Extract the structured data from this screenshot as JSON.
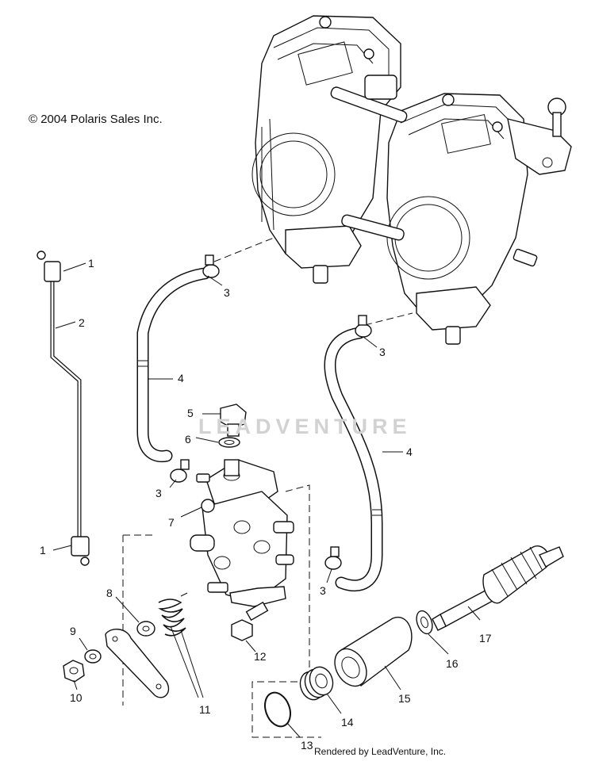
{
  "copyright": "© 2004 Polaris Sales Inc.",
  "rendered_by": "Rendered by LeadVenture, Inc.",
  "watermark": "LEADVENTURE",
  "callouts": {
    "c1a": "1",
    "c1b": "1",
    "c2": "2",
    "c3a": "3",
    "c3b": "3",
    "c3c": "3",
    "c3d": "3",
    "c4a": "4",
    "c4b": "4",
    "c5": "5",
    "c6": "6",
    "c7": "7",
    "c8": "8",
    "c9": "9",
    "c10": "10",
    "c11": "11",
    "c12": "12",
    "c13": "13",
    "c14": "14",
    "c15": "15",
    "c16": "16",
    "c17": "17"
  }
}
